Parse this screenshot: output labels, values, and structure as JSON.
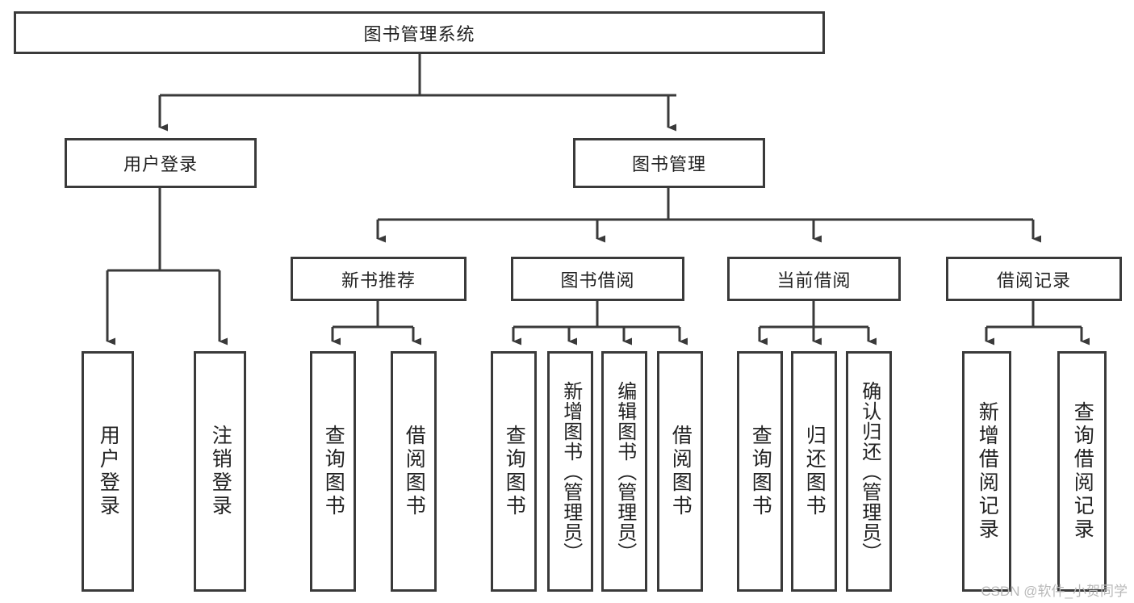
{
  "diagram": {
    "title": "图书管理系统",
    "type": "tree",
    "root": {
      "label": "图书管理系统"
    },
    "level2": [
      {
        "label": "用户登录"
      },
      {
        "label": "图书管理"
      }
    ],
    "level3": [
      {
        "label": "新书推荐"
      },
      {
        "label": "图书借阅"
      },
      {
        "label": "当前借阅"
      },
      {
        "label": "借阅记录"
      }
    ],
    "leaves": [
      {
        "label": "用户登录",
        "parent": "用户登录"
      },
      {
        "label": "注销登录",
        "parent": "用户登录"
      },
      {
        "label": "查询图书",
        "parent": "新书推荐"
      },
      {
        "label": "借阅图书",
        "parent": "新书推荐"
      },
      {
        "label": "查询图书",
        "parent": "图书借阅"
      },
      {
        "label": "新增图书（管理员）",
        "parent": "图书借阅"
      },
      {
        "label": "编辑图书（管理员）",
        "parent": "图书借阅"
      },
      {
        "label": "借阅图书",
        "parent": "图书借阅"
      },
      {
        "label": "查询图书",
        "parent": "当前借阅"
      },
      {
        "label": "归还图书",
        "parent": "当前借阅"
      },
      {
        "label": "确认归还（管理员）",
        "parent": "当前借阅"
      },
      {
        "label": "新增借阅记录",
        "parent": "借阅记录"
      },
      {
        "label": "查询借阅记录",
        "parent": "借阅记录"
      }
    ]
  },
  "watermark": {
    "text": "CSDN @软件_小贺同学"
  },
  "colors": {
    "stroke": "#3a3a3a",
    "background": "#ffffff",
    "text": "#222222",
    "watermark": "#b9b9b9"
  }
}
